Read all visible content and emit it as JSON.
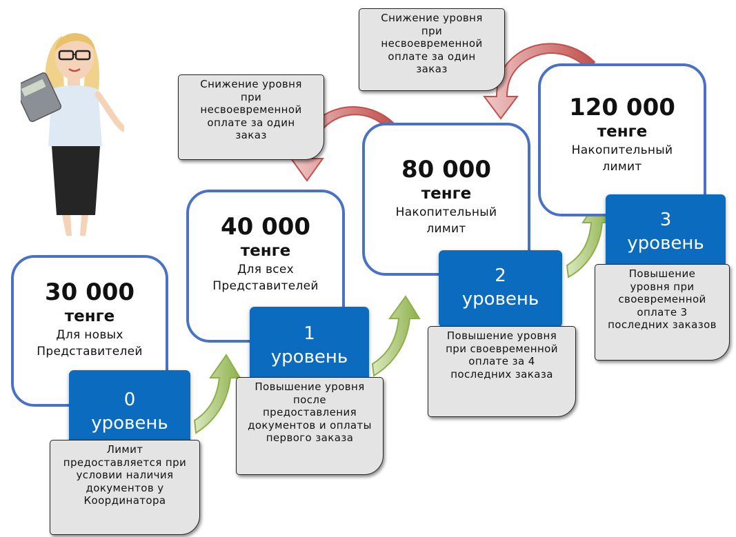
{
  "colors": {
    "limit_border": "#4a72c4",
    "level_fill": "#0a6bbf",
    "note_fill": "#e4e4e4",
    "up_arrow": "#8db04a",
    "down_arrow": "#c0504d"
  },
  "avatar": {
    "icon": "woman-with-calculator-icon"
  },
  "levels": [
    {
      "amount": "30 000",
      "currency": "тенге",
      "desc1": "Для новых",
      "desc2": "Представителей",
      "level_num": "0",
      "level_word": "уровень",
      "note": "Лимит предоставляется при условии наличия документов у Координатора"
    },
    {
      "amount": "40 000",
      "currency": "тенге",
      "desc1": "Для всех",
      "desc2": "Представителей",
      "level_num": "1",
      "level_word": "уровень",
      "note": "Повышение уровня после предоставления документов и оплаты первого заказа"
    },
    {
      "amount": "80 000",
      "currency": "тенге",
      "desc1": "Накопительный",
      "desc2": "лимит",
      "level_num": "2",
      "level_word": "уровень",
      "note": "Повышение уровня при своевременной оплате за 4 последних заказа"
    },
    {
      "amount": "120 000",
      "currency": "тенге",
      "desc1": "Накопительный",
      "desc2": "лимит",
      "level_num": "3",
      "level_word": "уровень",
      "note": "Повышение уровня при своевременной оплате 3 последних заказов"
    }
  ],
  "downgrade_notes": [
    "Снижение уровня при несвоевременной оплате за один заказ",
    "Снижение уровня при несвоевременной оплате за один заказ"
  ]
}
